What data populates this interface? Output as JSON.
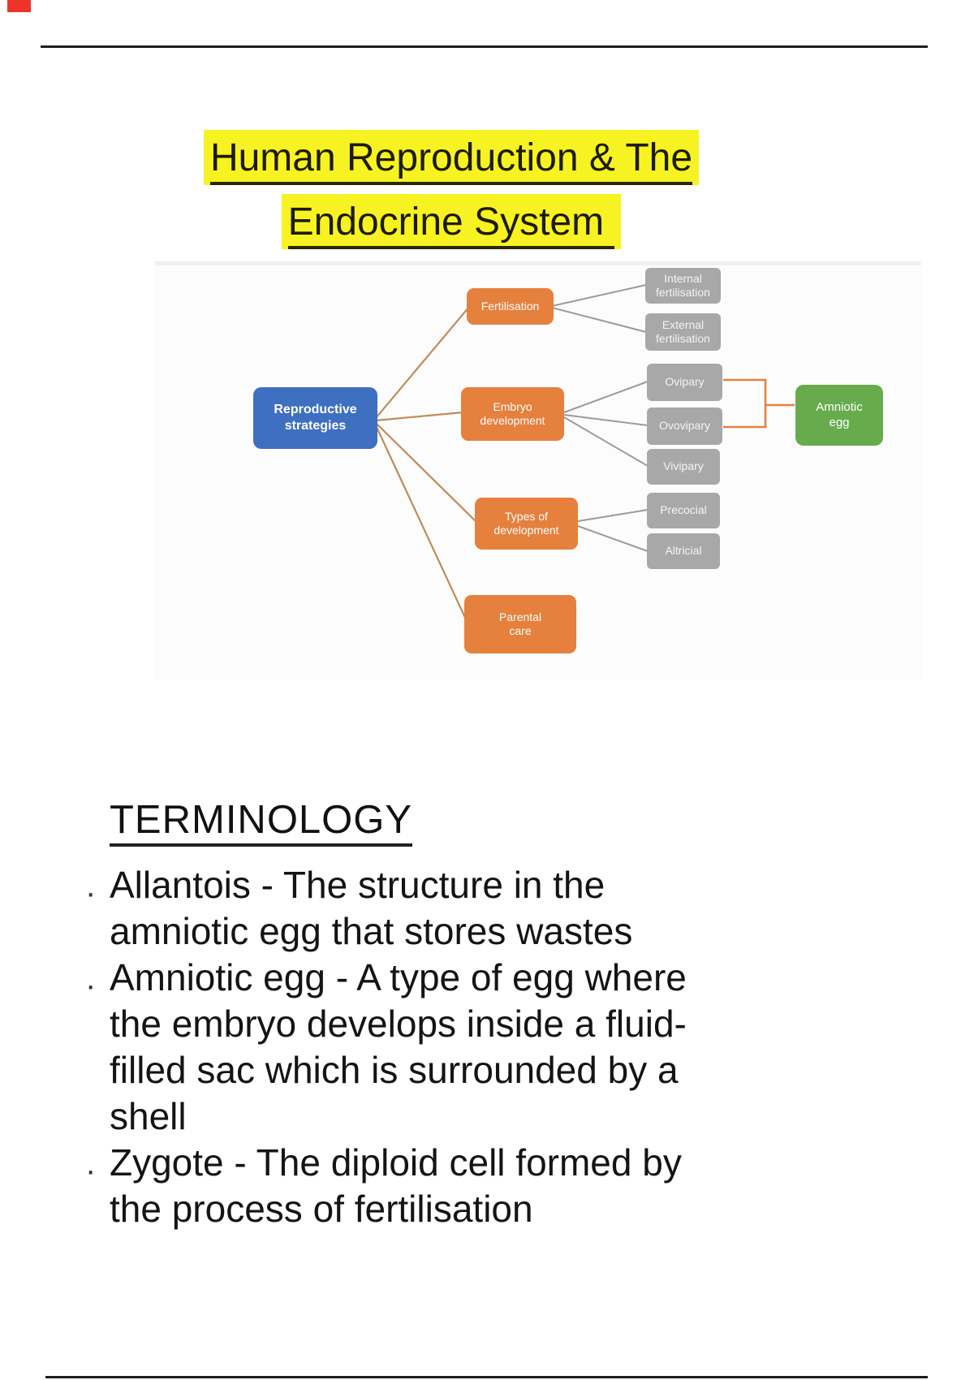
{
  "page": {
    "title_line1": "Human Reproduction & The",
    "title_line2": "Endocrine System "
  },
  "diagram": {
    "nodes": {
      "reproductive": {
        "label": "Reproductive\nstrategies"
      },
      "fertilisation": {
        "label": "Fertilisation"
      },
      "embryo": {
        "label": "Embryo\ndevelopment"
      },
      "types": {
        "label": "Types of\ndevelopment"
      },
      "parental": {
        "label": "Parental\ncare"
      },
      "internal": {
        "label": "Internal\nfertilisation"
      },
      "external": {
        "label": "External\nfertilisation"
      },
      "ovipary": {
        "label": "Ovipary"
      },
      "ovovipary": {
        "label": "Ovovipary"
      },
      "vivipary": {
        "label": "Vivipary"
      },
      "precocial": {
        "label": "Precocial"
      },
      "altricial": {
        "label": "Altricial"
      },
      "amniotic": {
        "label": "Amniotic\negg"
      }
    },
    "colors": {
      "root": "#3e6fc0",
      "category": "#e5803d",
      "leaf": "#a8a8a8",
      "highlight_node": "#67ab4d",
      "root_links": "#c18a58",
      "leaf_links": "#9b9b9b",
      "bracket": "#e2823e"
    }
  },
  "terminology": {
    "heading": "TERMINOLOGY",
    "items": [
      {
        "lines": [
          "Allantois - The structure in the",
          "amniotic egg that stores wastes"
        ]
      },
      {
        "lines": [
          "Amniotic egg - A type of egg where",
          "the embryo develops inside a fluid-",
          "filled sac which is surrounded by a",
          "shell"
        ]
      },
      {
        "lines": [
          "Zygote - The diploid cell formed by",
          "the process of fertilisation"
        ]
      }
    ]
  },
  "decor": {
    "highlight_color": "#f7f322",
    "corner_marker_color": "#ec342b"
  }
}
